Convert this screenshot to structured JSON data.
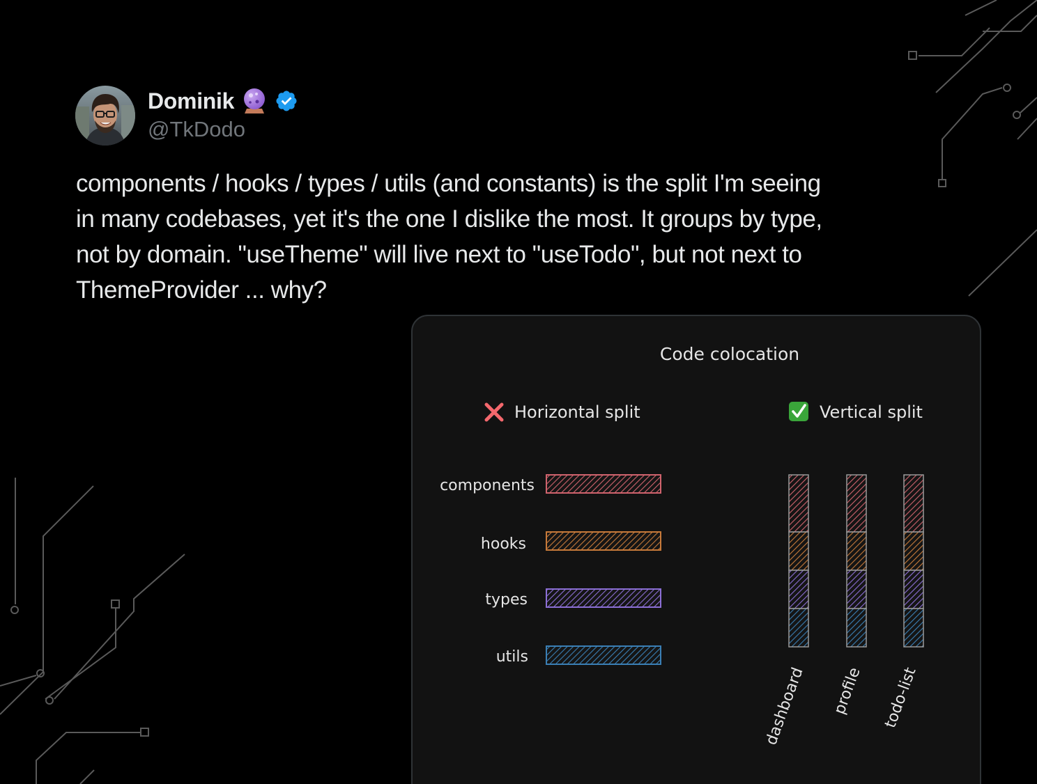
{
  "tweet": {
    "author": {
      "display_name": "Dominik",
      "handle": "@TkDodo",
      "verified": true,
      "name_emoji": "crystal-ball-icon",
      "avatar": "avatar-photo"
    },
    "text_lines": [
      "components / hooks / types / utils (and constants) is the split I'm seeing",
      "in many codebases, yet it's the one I dislike the most. It groups by type,",
      "not by domain. \"useTheme\" will live next to \"useTodo\", but not next to",
      "ThemeProvider ... why?"
    ]
  },
  "diagram": {
    "title": "Code colocation",
    "horizontal": {
      "label": "Horizontal split",
      "icon": "cross-mark-icon",
      "rows": [
        {
          "label": "components",
          "color": "#d0636d"
        },
        {
          "label": "hooks",
          "color": "#c77a3a"
        },
        {
          "label": "types",
          "color": "#8c6fd6"
        },
        {
          "label": "utils",
          "color": "#3a7fb5"
        }
      ]
    },
    "vertical": {
      "label": "Vertical split",
      "icon": "check-mark-button-icon",
      "columns": [
        "dashboard",
        "profile",
        "todo-list"
      ],
      "segment_colors": [
        "#d0636d",
        "#c77a3a",
        "#8c6fd6",
        "#3a7fb5"
      ]
    }
  },
  "colors": {
    "background": "#000000",
    "card_background": "#121212",
    "text_primary": "#e7e9ea",
    "text_secondary": "#71767b",
    "verified_blue": "#1d9bf0",
    "circuit_lines": "#5a5a5a"
  }
}
